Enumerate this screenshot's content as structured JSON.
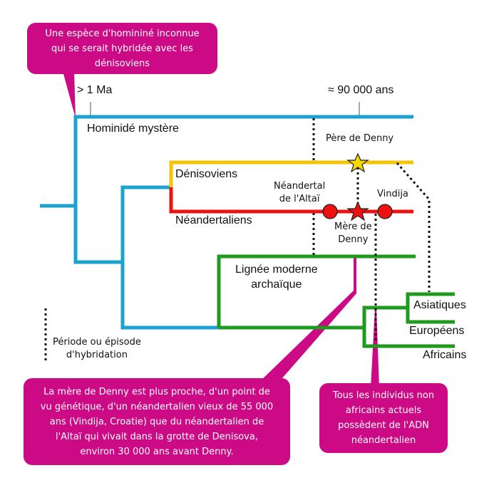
{
  "colors": {
    "hominide": "#1aa3d1",
    "denisoviens": "#f5c400",
    "neandertaliens": "#ee1111",
    "moderne": "#1f9a1f",
    "callout": "#cc0a85"
  },
  "time_labels": {
    "left": "> 1 Ma",
    "right": "≈ 90 000 ans"
  },
  "lineages": {
    "hominide": "Hominidé mystère",
    "denisoviens": "Dénisoviens",
    "neandertaliens": "Néandertaliens",
    "moderne_line1": "Lignée  moderne",
    "moderne_line2": "archaïque",
    "asiatiques": "Asiatiques",
    "europeens": "Européens",
    "africains": "Africains"
  },
  "individuals": {
    "pere": "Père de Denny",
    "altai_line1": "Néandertal",
    "altai_line2": "de l'Altaï",
    "vindija": "Vindija",
    "mere_line1": "Mère de",
    "mere_line2": "Denny"
  },
  "legend": {
    "line1": "Période ou épisode",
    "line2": "d'hybridation"
  },
  "callouts": {
    "top": [
      "Une espèce d'homininé inconnue",
      "qui se serait hybridée avec les",
      "dénisoviens"
    ],
    "bottom_left": [
      "La mère de Denny est plus proche, d'un point de",
      "vu génétique, d'un néandertalien vieux de 55 000",
      "ans (Vindija, Croatie) que du néandertalien de",
      "l'Altaï qui vivait dans la grotte de Denisova,",
      "environ 30 000 ans avant Denny."
    ],
    "bottom_right": [
      "Tous les individus non",
      "africains actuels",
      "possèdent de l'ADN",
      "néandertalien"
    ]
  }
}
